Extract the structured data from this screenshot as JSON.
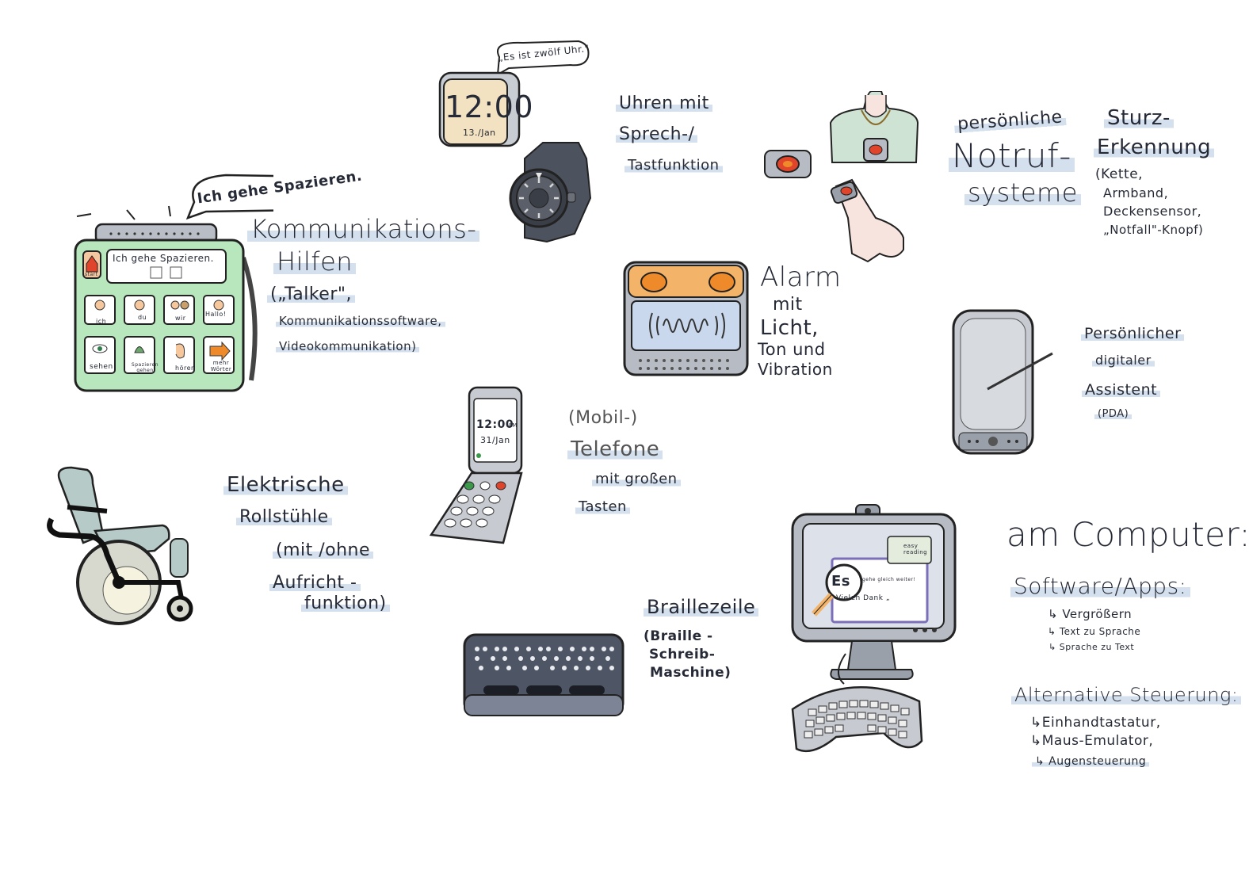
{
  "communication": {
    "bubble": "Ich gehe Spazieren.",
    "screen_text": "Ich gehe Spazieren.",
    "home_label": "start",
    "cells": [
      "ich",
      "du",
      "wir",
      "Hallo!",
      "sehen",
      "Spazieren gehen",
      "hören",
      "mehr Wörter"
    ],
    "title1": "Kommunikations-",
    "title2": "Hilfen",
    "line1": "(„Talker\",",
    "line2": "Kommunikationssoftware,",
    "line3": "Videokommunikation)"
  },
  "clock": {
    "bubble": "„Es ist zwölf Uhr.\"",
    "time": "12:00",
    "date": "13./Jan",
    "label1": "Uhren mit",
    "label2": "Sprech-/",
    "label3": "Tastfunktion"
  },
  "alarm": {
    "label1": "Alarm",
    "label2": "mit",
    "label3": "Licht,",
    "label4": "Ton und",
    "label5": "Vibration"
  },
  "emergency": {
    "label1": "persönliche",
    "label2": "Notruf-",
    "label3": "systeme",
    "fall1": "Sturz-",
    "fall2": "Erkennung",
    "fall3": "(Kette,",
    "fall4": "Armband,",
    "fall5": "Deckensensor,",
    "fall6": "„Notfall\"-Knopf)"
  },
  "pda": {
    "label1": "Persönlicher",
    "label2": "digitaler",
    "label3": "Assistent",
    "label4": "(PDA)"
  },
  "phone": {
    "time": "12:00",
    "ampm": "AM",
    "date": "31/Jan",
    "label1": "(Mobil-)",
    "label2": "Telefone",
    "label3": "mit großen",
    "label4": "Tasten"
  },
  "wheelchair": {
    "label1": "Elektrische",
    "label2": "Rollstühle",
    "label3": "(mit /ohne",
    "label4": "Aufricht -",
    "label5": "funktion)"
  },
  "braille": {
    "label1": "Braillezeile",
    "label2": "(Braille -",
    "label3": "Schreib-",
    "label4": "Maschine)"
  },
  "computer": {
    "magnifier_text": "Es",
    "window_line1": "gehe gleich weiter!",
    "window_line2": "Vielen Dank „",
    "easy_reading": "easy reading",
    "title": "am Computer:",
    "software": "Software/Apps:",
    "soft1": "↳ Vergrößern",
    "soft2": "↳ Text zu Sprache",
    "soft3": "↳ Sprache zu Text",
    "alt": "Alternative Steuerung:",
    "alt1": "↳Einhandtastatur,",
    "alt2": "↳Maus-Emulator,",
    "alt3": "↳ Augensteuerung"
  },
  "colors": {
    "ink": "#262a36",
    "highlight": "#b0c6de",
    "green": "#b8e6bd",
    "orange": "#ef8a2a",
    "red": "#e0452b",
    "grey": "#8a8f99",
    "cream": "#f3e2c1"
  }
}
